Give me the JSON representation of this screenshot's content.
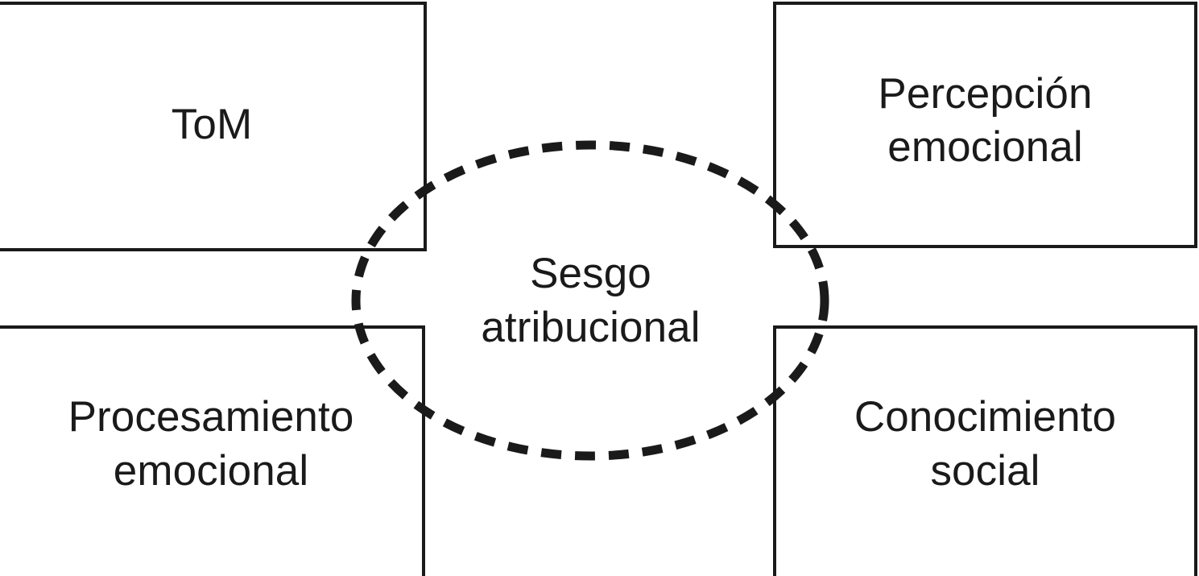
{
  "figure": {
    "type": "concept-diagram",
    "background_color": "#ffffff",
    "stroke_color": "#1a1a1a",
    "boxes": [
      {
        "id": "tom",
        "position": "top-left",
        "label": "ToM",
        "border_style": "solid"
      },
      {
        "id": "percepcion-emocional",
        "position": "top-right",
        "label": "Percepción\nemocional",
        "border_style": "solid"
      },
      {
        "id": "procesamiento-emocional",
        "position": "bottom-left",
        "label": "Procesamiento\nemocional",
        "border_style": "solid"
      },
      {
        "id": "conocimiento-social",
        "position": "bottom-right",
        "label": "Conocimiento\nsocial",
        "border_style": "solid"
      }
    ],
    "center": {
      "id": "sesgo-atribucional",
      "shape": "ellipse",
      "label": "Sesgo\natribucional",
      "border_style": "dashed"
    }
  }
}
